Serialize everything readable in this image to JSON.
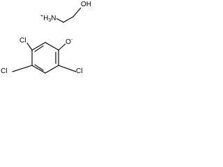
{
  "molecule": {
    "ethanolammonium": {
      "hydroxyl": "OH",
      "ammonium_charge": "+",
      "ammonium_atom": "H",
      "ammonium_count": "3",
      "nitrogen": "N"
    },
    "trichlorophenoxide": {
      "oxygen": "O",
      "oxygen_charge": "-",
      "chlorines": [
        "Cl",
        "Cl",
        "Cl"
      ]
    }
  }
}
